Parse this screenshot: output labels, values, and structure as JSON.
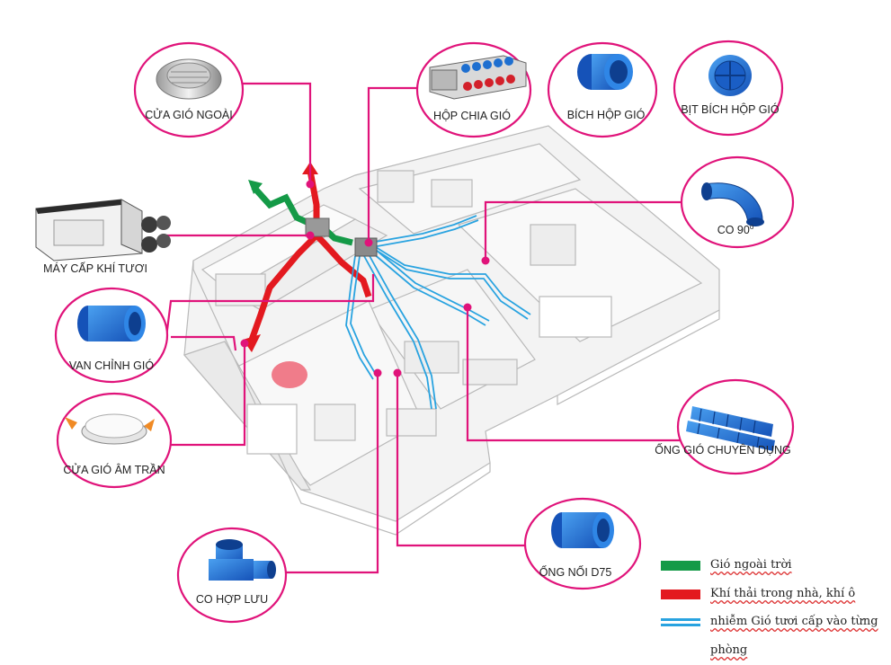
{
  "callouts": {
    "cua_gio_ngoai": "CỬA GIÓ NGOÀI",
    "hop_chia_gio": "HỘP CHIA GIÓ",
    "bich_hop_gio": "BÍCH HỘP GIÓ",
    "bit_bich_hop_gio": "BỊT BÍCH HỘP GIÓ",
    "co_90": "CO 90",
    "co_90_sup": "o",
    "may_cap_khi_tuoi": "MÁY CẤP KHÍ TƯƠI",
    "van_chinh_gio": "VAN CHỈNH GIÓ",
    "cua_gio_am_tran": "CỬA GIÓ ÂM TRẦN",
    "ong_gio_chuyen_dung": "ỐNG GIÓ CHUYÊN DỤNG",
    "ong_noi_d75": "ỐNG NỐI D75",
    "co_hop_luu": "CO HỢP LƯU"
  },
  "legend": {
    "green_label": "Gió ngoài trời",
    "red_label_line1": "Khí thải trong nhà, khí ô",
    "blue_label_line1": "nhiễm Gió tươi cấp vào từng",
    "blue_label_line2": "phòng",
    "green_color": "#149a47",
    "red_color": "#e3191f",
    "blue_color": "#29a3e0"
  },
  "colors": {
    "callout_line": "#e0137a",
    "part_blue": "#1e6fd0"
  }
}
